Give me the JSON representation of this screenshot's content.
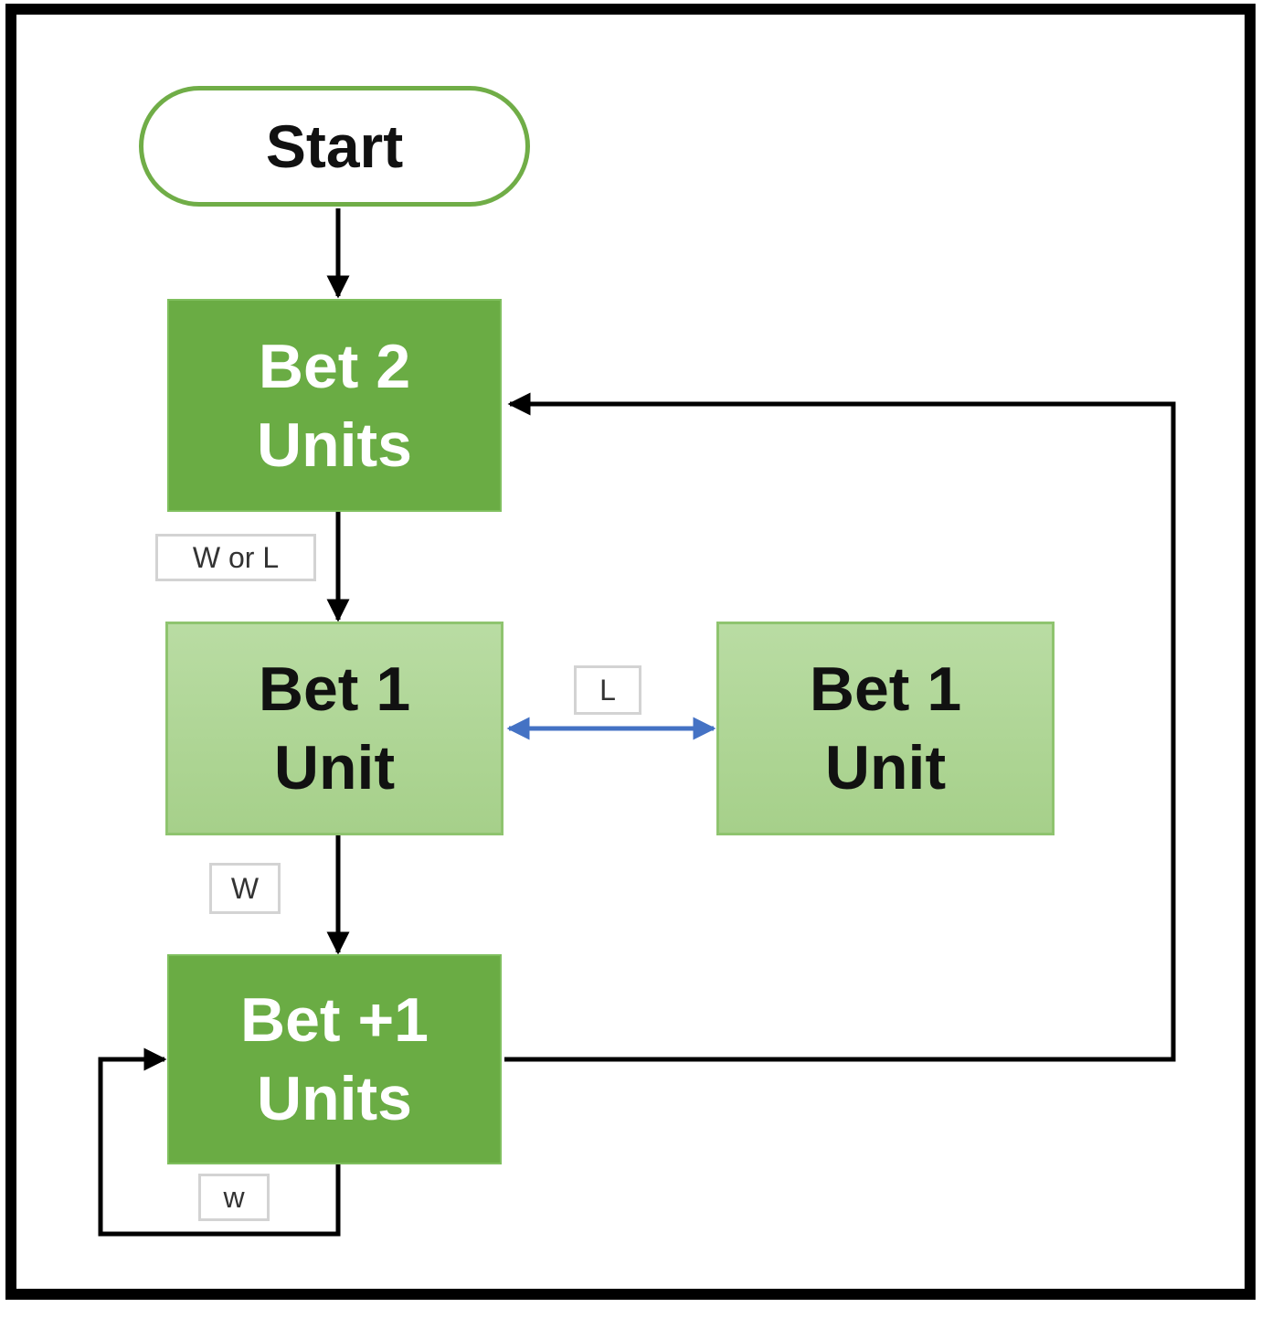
{
  "nodes": {
    "start": "Start",
    "bet_2_units": "Bet 2\nUnits",
    "bet_1_unit_left": "Bet 1\nUnit",
    "bet_1_unit_right": "Bet 1\nUnit",
    "bet_plus_1_units": "Bet +1\nUnits"
  },
  "edge_labels": {
    "w_or_l": "W or L",
    "l": "L",
    "w": "W",
    "w_loop": "w"
  },
  "colors": {
    "dark_green": "#6aac44",
    "light_green": "#a6d08a",
    "start_border": "#70ad47",
    "arrow_black": "#000000",
    "arrow_blue": "#4472c4"
  }
}
